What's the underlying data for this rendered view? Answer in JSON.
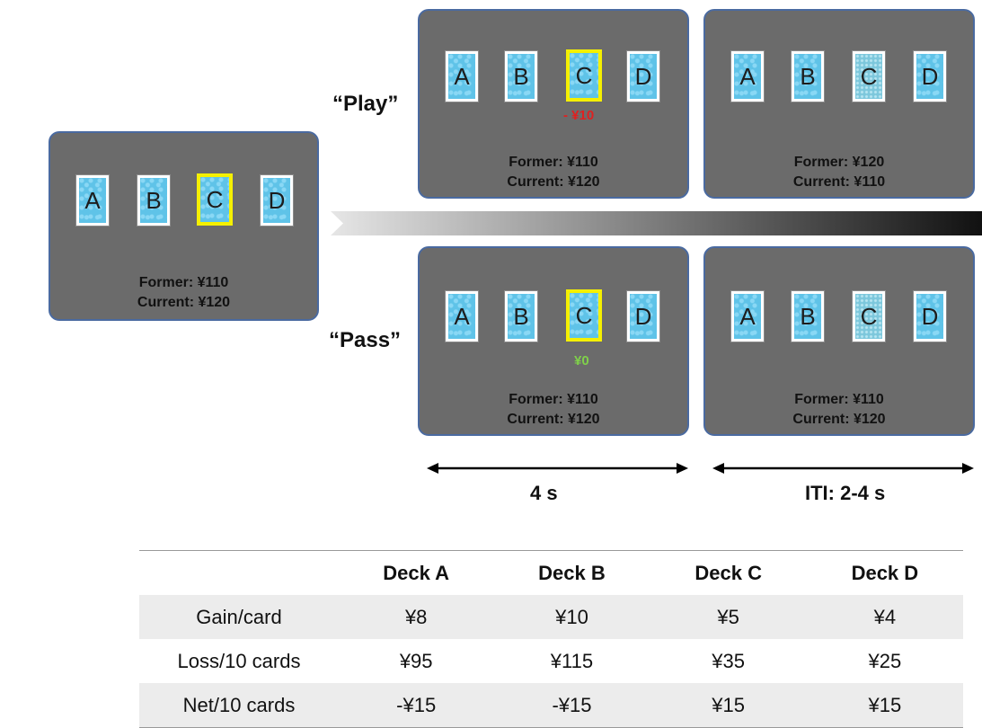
{
  "choices": {
    "play": "“Play”",
    "pass": "“Pass”"
  },
  "panels": {
    "start": {
      "former": "Former: ¥110",
      "current": "Current: ¥120"
    },
    "play_feedback": {
      "delta": "- ¥10",
      "former": "Former: ¥110",
      "current": "Current: ¥120"
    },
    "play_after": {
      "former": "Former: ¥120",
      "current": "Current: ¥110"
    },
    "pass_feedback": {
      "delta": "¥0",
      "former": "Former: ¥110",
      "current": "Current: ¥120"
    },
    "pass_after": {
      "former": "Former: ¥110",
      "current": "Current: ¥120"
    }
  },
  "cards": [
    "A",
    "B",
    "C",
    "D"
  ],
  "timing": {
    "feedback": "4 s",
    "iti": "ITI: 2-4 s"
  },
  "colors": {
    "loss": "#e02020",
    "zero": "#7fd04a",
    "highlight": "#f5f000",
    "card": "#5fc3e8"
  },
  "table": {
    "headers": [
      "",
      "Deck A",
      "Deck B",
      "Deck C",
      "Deck D"
    ],
    "rows": [
      [
        "Gain/card",
        "¥8",
        "¥10",
        "¥5",
        "¥4"
      ],
      [
        "Loss/10 cards",
        "¥95",
        "¥115",
        "¥35",
        "¥25"
      ],
      [
        "Net/10 cards",
        "-¥15",
        "-¥15",
        "¥15",
        "¥15"
      ]
    ]
  }
}
